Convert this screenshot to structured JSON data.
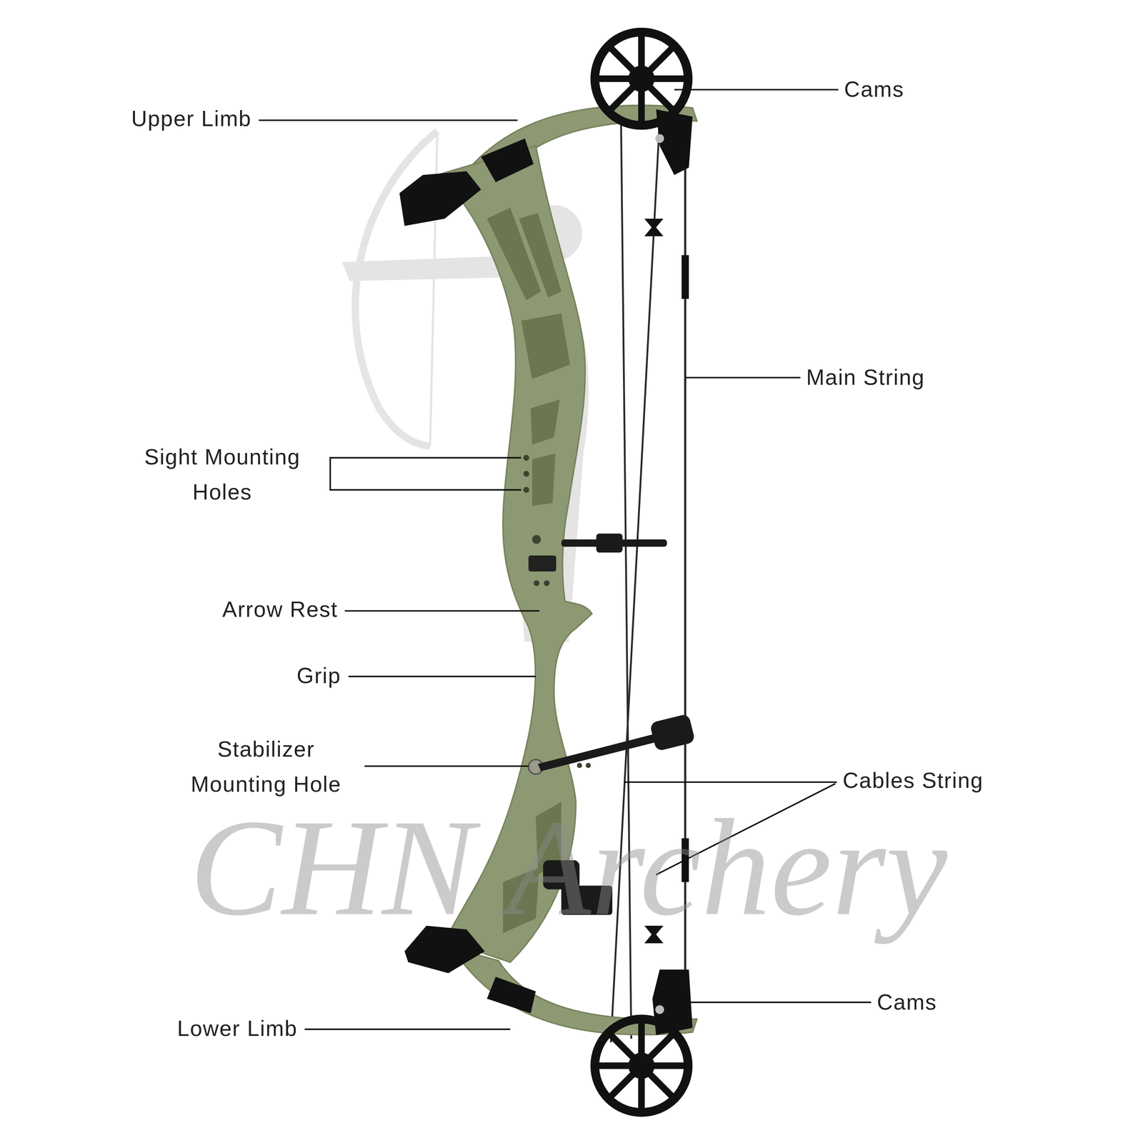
{
  "diagram": {
    "labels": [
      "Cams",
      "Upper Limb",
      "Main String",
      "Sight Mounting Holes",
      "Arrow Rest",
      "Grip",
      "Stabilizer Mounting Hole",
      "Cables String",
      "Cams",
      "Lower Limb",
      "CHN Archery"
    ]
  }
}
